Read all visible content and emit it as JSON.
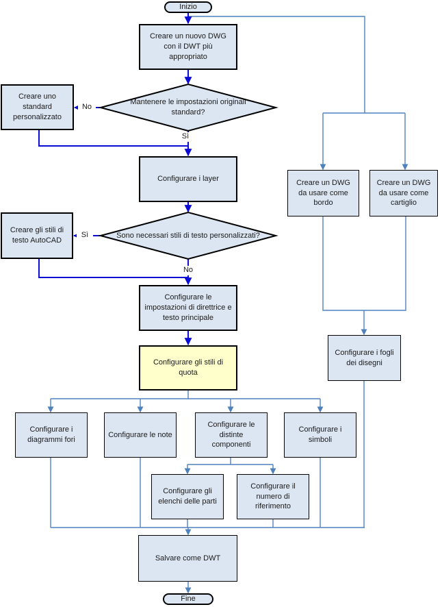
{
  "diagram": {
    "nodes": {
      "inizio": "Inizio",
      "new_dwg": "Creare un nuovo DWG con il DWT più appropriato",
      "d_standard": "Mantenere le impostazioni originali standard?",
      "standard_custom": "Creare uno standard personalizzato",
      "layer": "Configurare i layer",
      "d_textstyles": "Sono necessari stili di testo personalizzati?",
      "textstyles": "Creare gli stili di testo AutoCAD",
      "leader": "Configurare le impostazioni di direttrice e testo principale",
      "quota": "Configurare gli stili di quota",
      "bordo": "Creare un DWG da usare come bordo",
      "cartiglio": "Creare un DWG da usare come cartiglio",
      "fogli": "Configurare i fogli dei disegni",
      "fori": "Configurare i diagrammi fori",
      "note": "Configurare le note",
      "distinte": "Configurare le distinte componenti",
      "simboli": "Configurare i simboli",
      "elenchi": "Configurare gli elenchi delle parti",
      "numero": "Configurare il numero di riferimento",
      "salvare": "Salvare come DWT",
      "fine": "Fine"
    },
    "branch_labels": {
      "d_standard_no": "No",
      "d_standard_si": "Sì",
      "d_textstyles_si": "Sì",
      "d_textstyles_no": "No"
    },
    "colors": {
      "main_flow": "#0b0bd6",
      "branch_flow": "#4f81bd",
      "node_fill": "#dce6f2",
      "highlight_fill": "#ffffcc",
      "node_border": "#000000"
    }
  }
}
